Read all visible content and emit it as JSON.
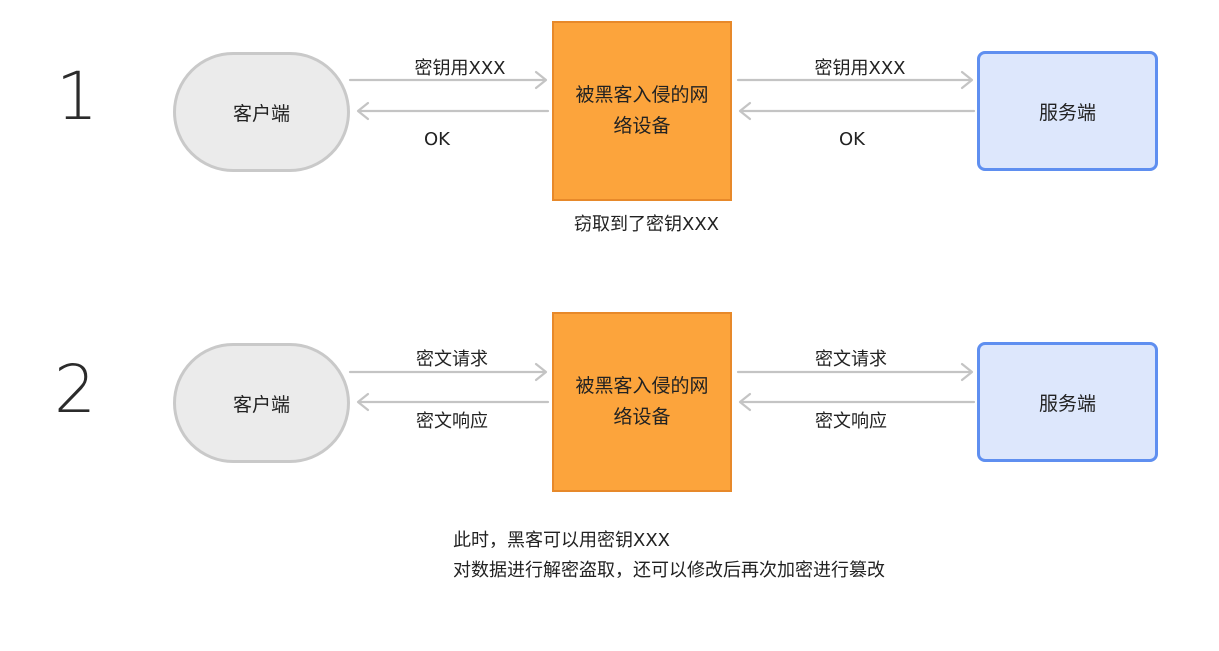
{
  "step1": {
    "number": "1",
    "client_label": "客户端",
    "attacker_label": "被黑客入侵的网络设备",
    "server_label": "服务端",
    "left_request": "密钥用XXX",
    "left_response": "OK",
    "right_request": "密钥用XXX",
    "right_response": "OK",
    "note": "窃取到了密钥XXX"
  },
  "step2": {
    "number": "2",
    "client_label": "客户端",
    "attacker_label": "被黑客入侵的网络设备",
    "server_label": "服务端",
    "left_request": "密文请求",
    "left_response": "密文响应",
    "right_request": "密文请求",
    "right_response": "密文响应",
    "note_line1": "此时，黑客可以用密钥XXX",
    "note_line2": "对数据进行解密盗取，还可以修改后再次加密进行篡改"
  }
}
